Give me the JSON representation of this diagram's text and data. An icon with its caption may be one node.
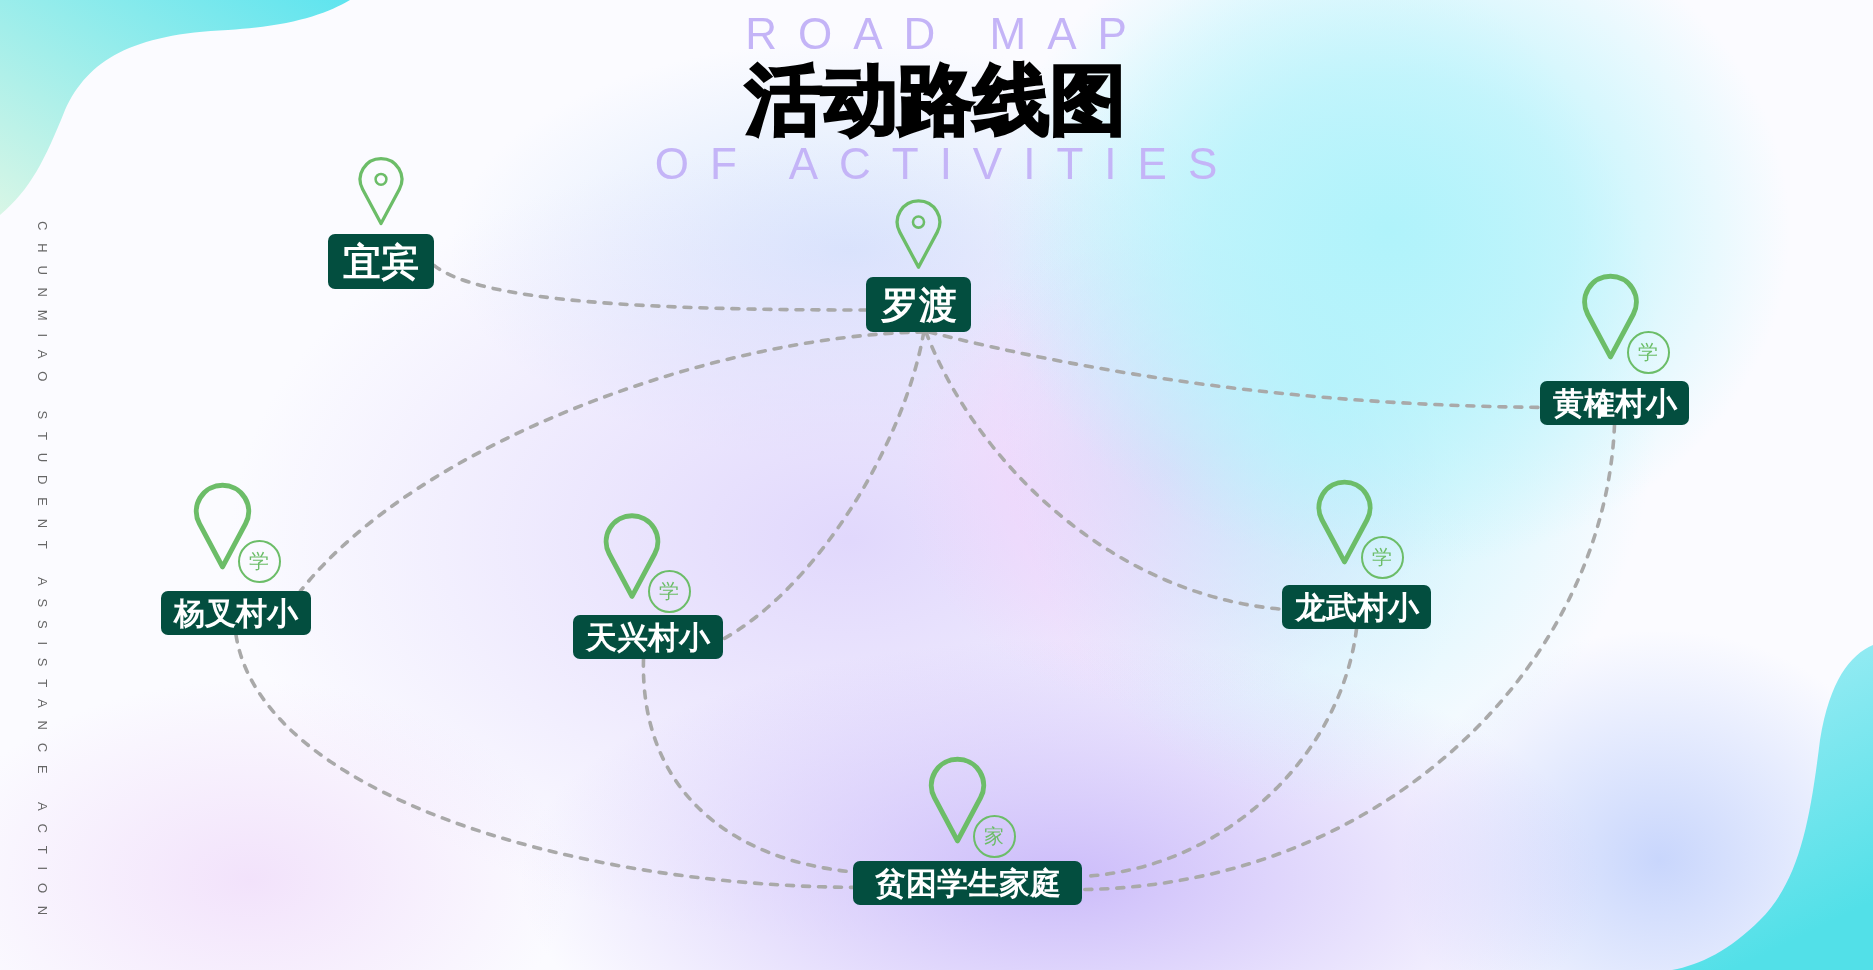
{
  "diagram": {
    "title": "活动路线图",
    "nodes": [
      {
        "text": [
          "宜宾"
        ]
      },
      {
        "text": [
          "罗渡"
        ]
      },
      {
        "text": [
          "黄榷村小"
        ],
        "beside": [
          "学"
        ]
      },
      {
        "text": [
          "杨叉村小"
        ],
        "beside": [
          "学"
        ]
      },
      {
        "text": [
          "天兴村小"
        ],
        "beside": [
          "学"
        ]
      },
      {
        "text": [
          "龙武村小"
        ],
        "beside": [
          "学"
        ]
      },
      {
        "text": [
          "贫困学生家庭"
        ],
        "beside": [
          "家"
        ]
      }
    ],
    "edges": [
      {
        "from": 0,
        "to": 1,
        "arrow": "none",
        "style": "dashed"
      },
      {
        "from": 1,
        "to": 3,
        "arrow": "none",
        "style": "dashed"
      },
      {
        "from": 1,
        "to": 4,
        "arrow": "none",
        "style": "dashed"
      },
      {
        "from": 1,
        "to": 5,
        "arrow": "none",
        "style": "dashed"
      },
      {
        "from": 1,
        "to": 2,
        "arrow": "none",
        "style": "dashed"
      },
      {
        "from": 3,
        "to": 6,
        "arrow": "none",
        "style": "dashed"
      },
      {
        "from": 4,
        "to": 6,
        "arrow": "none",
        "style": "dashed"
      },
      {
        "from": 5,
        "to": 6,
        "arrow": "none",
        "style": "dashed"
      },
      {
        "from": 2,
        "to": 6,
        "arrow": "none",
        "style": "dashed"
      }
    ],
    "labels": [
      "ROAD MAP",
      "OF ACTIVITIES",
      "CHUNMIAO STUDENT ASSISTANCE ACTION"
    ]
  }
}
